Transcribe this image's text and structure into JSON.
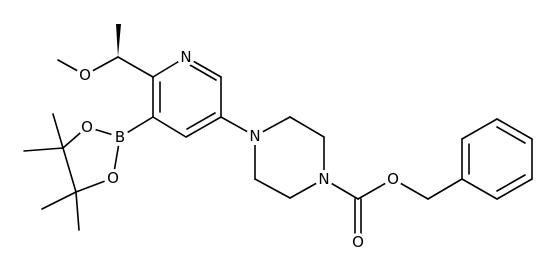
{
  "molecule": {
    "atoms": {
      "pyridine_n": "N",
      "piperazine_n1": "N",
      "piperazine_n4": "N",
      "methoxy_o": "O",
      "boronate_b": "B",
      "boronate_o_upper": "O",
      "boronate_o_lower": "O",
      "ester_o": "O",
      "carbonyl_o": "O"
    }
  }
}
